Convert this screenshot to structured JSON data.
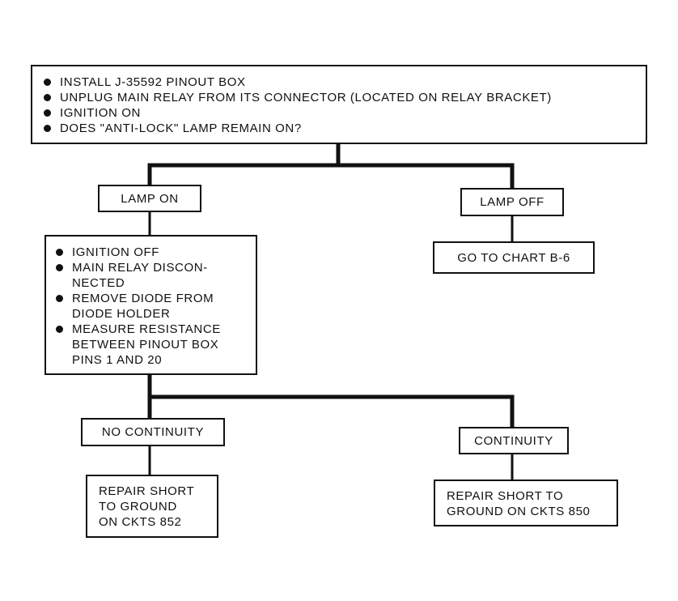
{
  "diagram": {
    "top_box": {
      "items": [
        "INSTALL J-35592 PINOUT BOX",
        "UNPLUG MAIN RELAY FROM ITS CONNECTOR (LOCATED ON RELAY BRACKET)",
        "IGNITION ON",
        "DOES \"ANTI-LOCK\" LAMP REMAIN ON?"
      ]
    },
    "lamp_on": {
      "label": "LAMP ON"
    },
    "lamp_off": {
      "label": "LAMP OFF"
    },
    "go_to_chart": {
      "label": "GO TO CHART B-6"
    },
    "check_box": {
      "items": [
        [
          "IGNITION OFF"
        ],
        [
          "MAIN RELAY DISCON-",
          "NECTED"
        ],
        [
          "REMOVE DIODE FROM",
          "DIODE HOLDER"
        ],
        [
          "MEASURE RESISTANCE",
          "BETWEEN PINOUT BOX",
          "PINS 1 AND 20"
        ]
      ]
    },
    "no_continuity": {
      "label": "NO CONTINUITY"
    },
    "continuity": {
      "label": "CONTINUITY"
    },
    "repair_852": {
      "lines": [
        "REPAIR SHORT",
        "TO GROUND",
        "ON CKTS 852"
      ]
    },
    "repair_850": {
      "lines": [
        "REPAIR SHORT TO",
        "GROUND ON CKTS 850"
      ]
    }
  }
}
